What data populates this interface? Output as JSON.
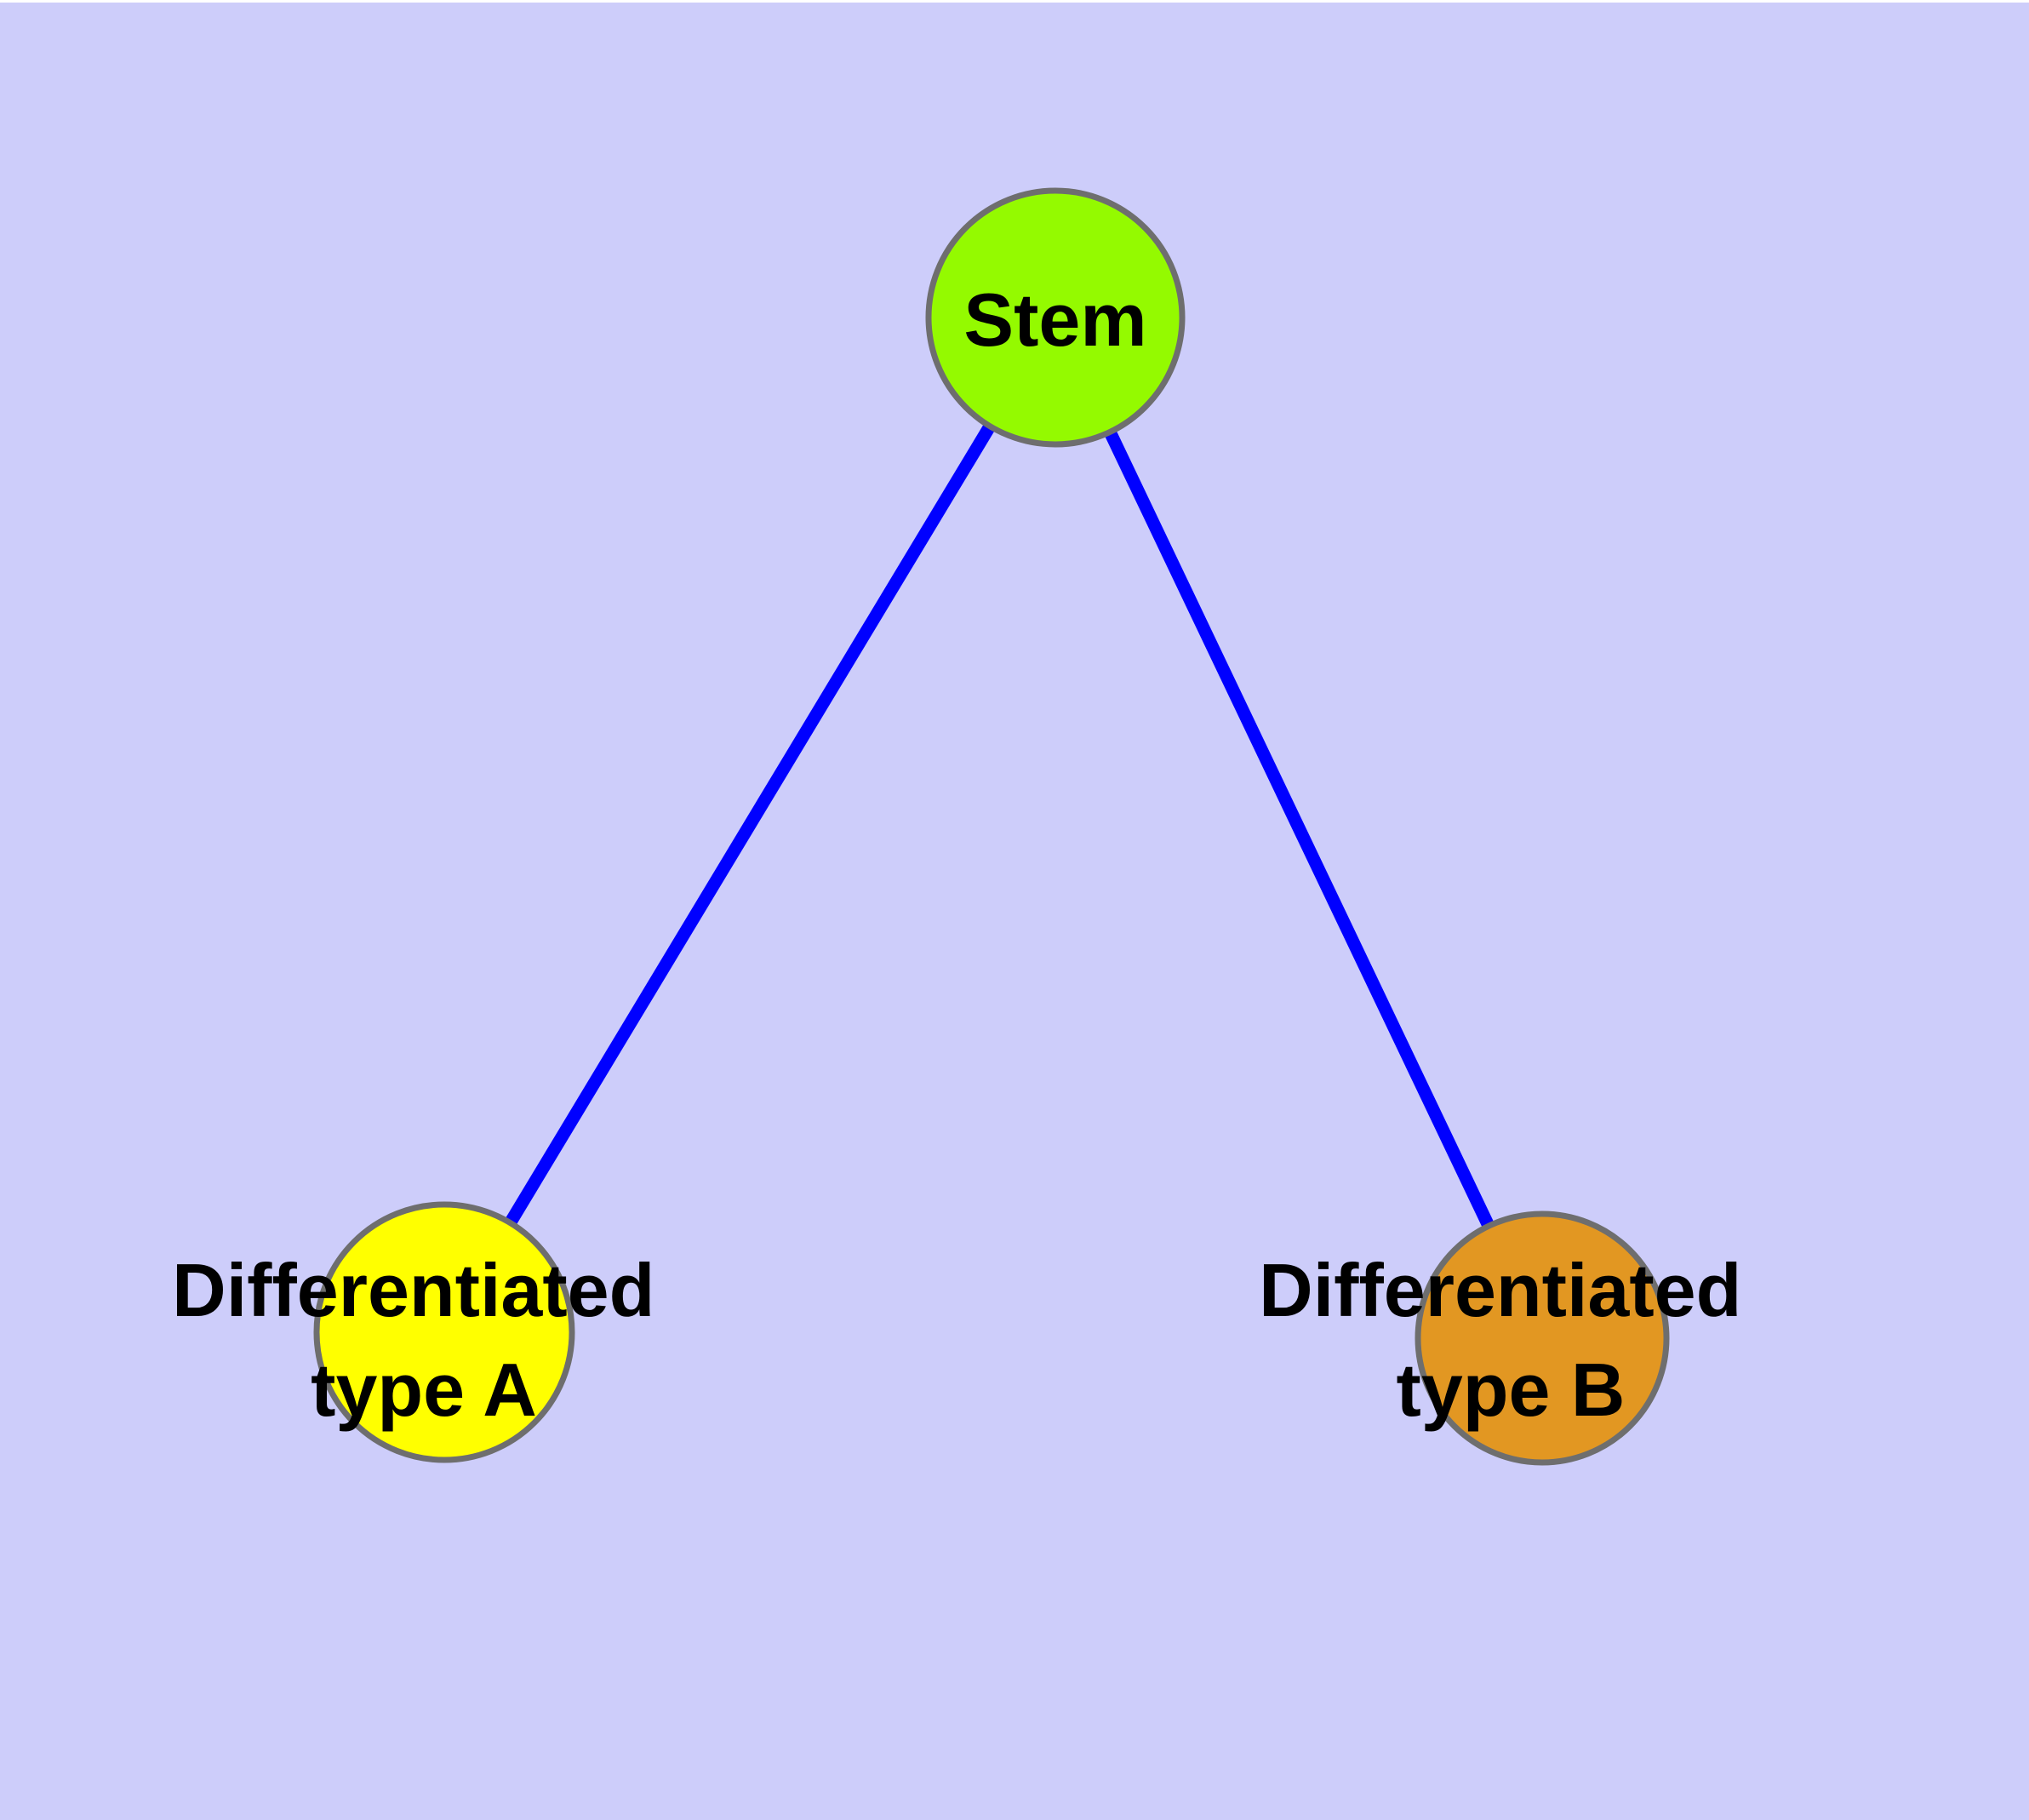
{
  "diagram": {
    "kind": "node-link-graph",
    "nodes": {
      "stem": {
        "id": "stem",
        "label": "Stem",
        "fill": "#94FA00"
      },
      "type_a": {
        "id": "type_a",
        "label_line1": "Differentiated",
        "label_line2": "type A",
        "fill": "#FFFF00"
      },
      "type_b": {
        "id": "type_b",
        "label_line1": "Differentiated",
        "label_line2": "type B",
        "fill": "#E29722"
      }
    },
    "edges": [
      {
        "from": "stem",
        "to": "type_a"
      },
      {
        "from": "stem",
        "to": "type_b"
      }
    ],
    "styles": {
      "background_color": "#CDCDFA",
      "margin_color": "#FFFFFF",
      "edge_color": "#0000FF",
      "node_border_color": "#6E6E6E",
      "label_color": "#000000"
    }
  }
}
